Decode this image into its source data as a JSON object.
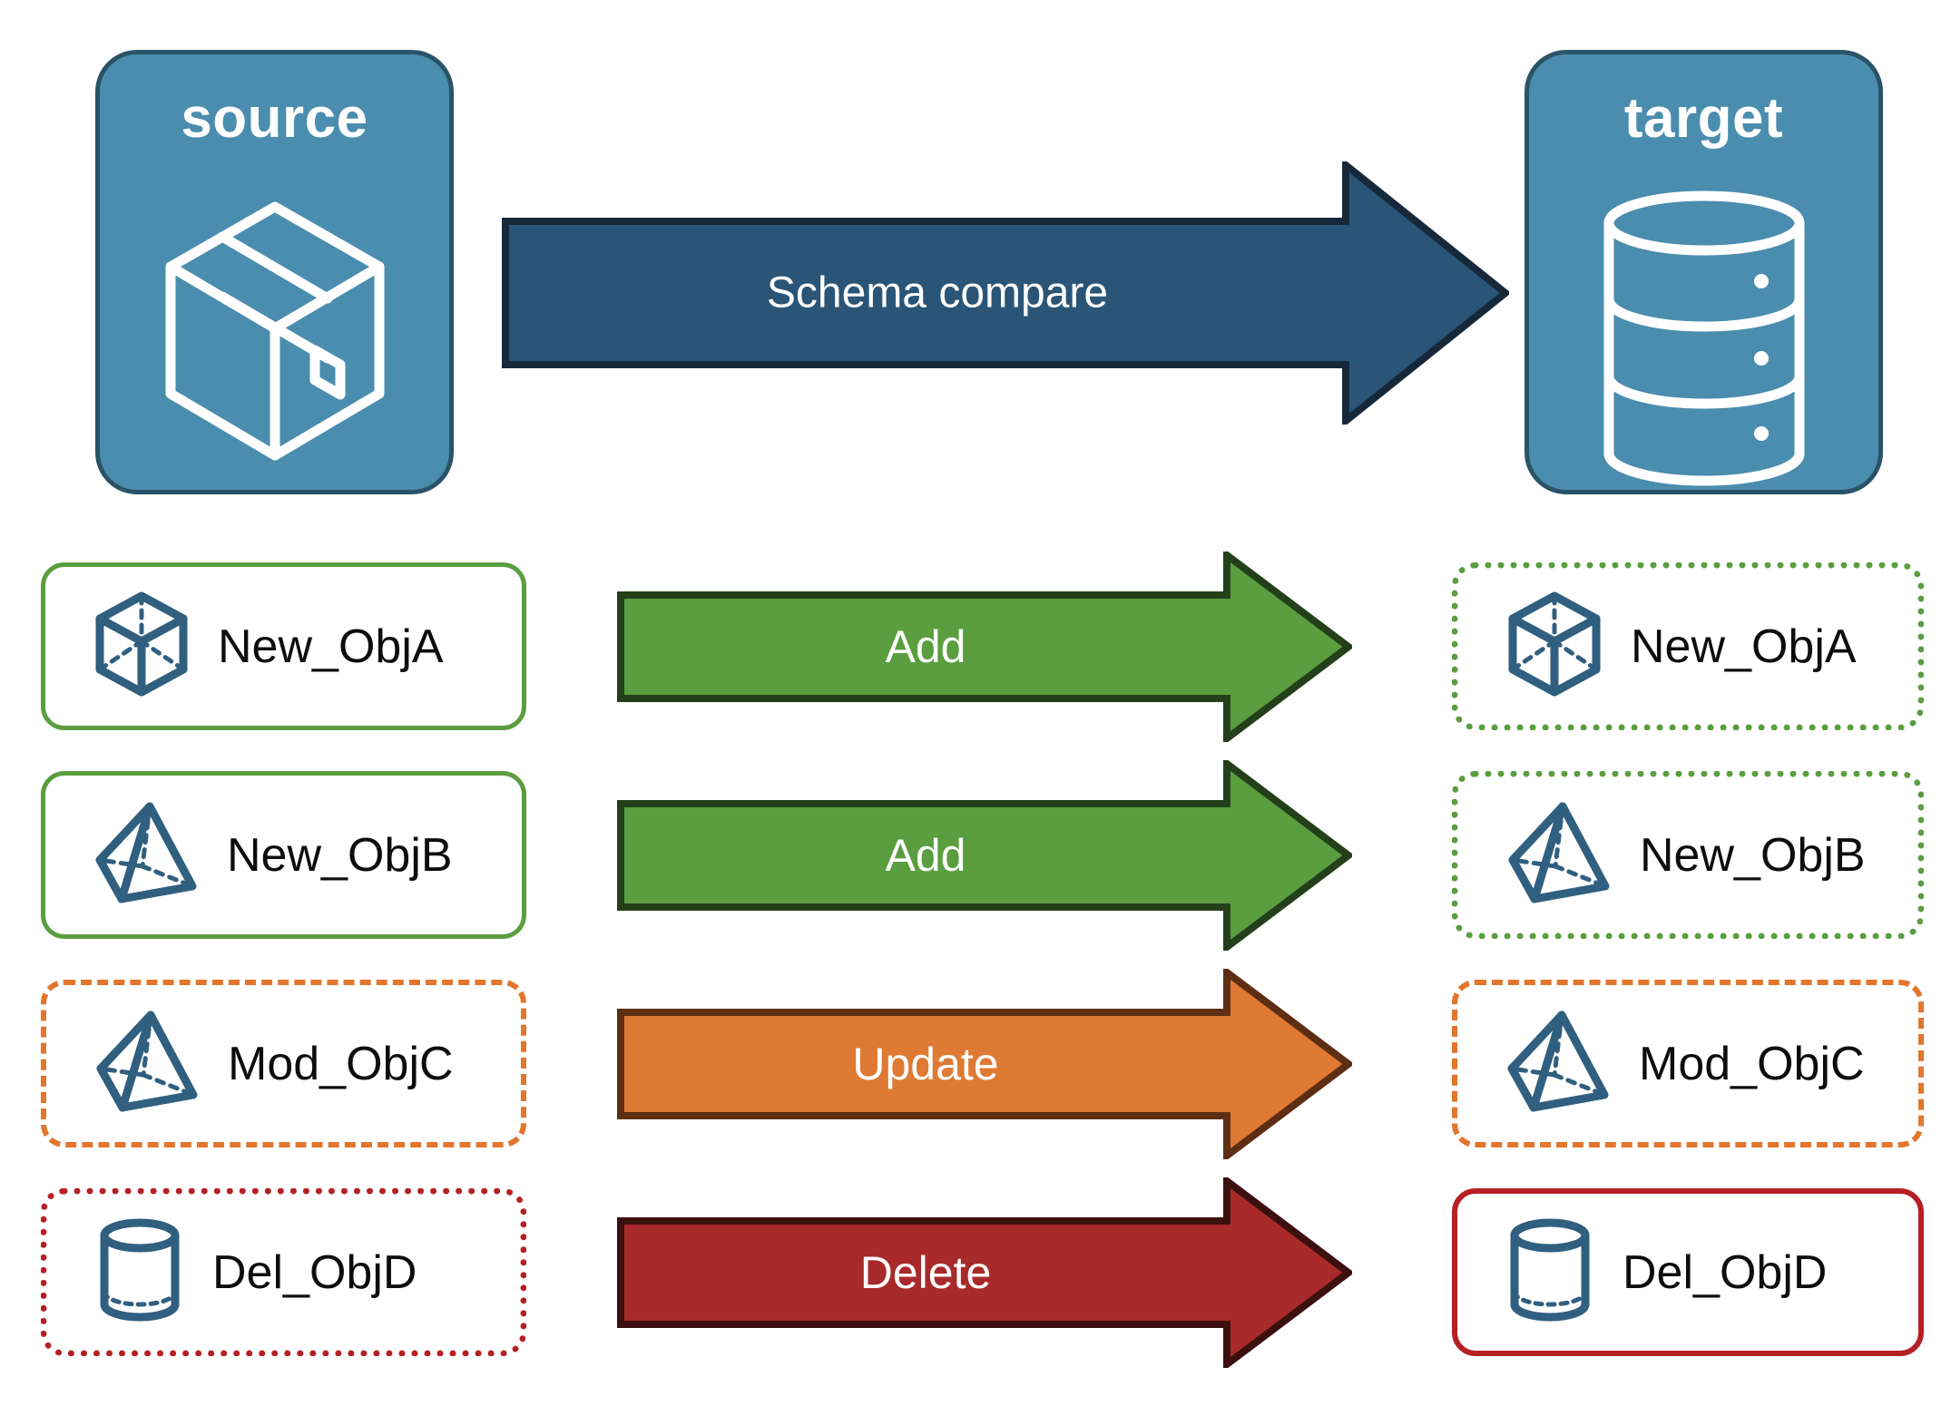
{
  "diagram": {
    "title": "Schema compare source to target",
    "source_panel": {
      "label": "source",
      "icon": "package-box-icon",
      "fill": "#4a8dae",
      "border": "#2b5368"
    },
    "target_panel": {
      "label": "target",
      "icon": "database-cylinder-icon",
      "fill": "#4a8dae",
      "border": "#2b5368"
    },
    "compare_arrow": {
      "label": "Schema compare",
      "fill": "#2a5577",
      "border": "#16283a"
    },
    "rows": [
      {
        "source": {
          "label": "New_ObjA",
          "icon": "wireframe-cube-icon",
          "border_style": "solid",
          "border_color": "#5a9e3f"
        },
        "arrow": {
          "label": "Add",
          "fill": "#5a9e3f",
          "border": "#23401a"
        },
        "target": {
          "label": "New_ObjA",
          "icon": "wireframe-cube-icon",
          "border_style": "dotted",
          "border_color": "#5a9e3f"
        }
      },
      {
        "source": {
          "label": "New_ObjB",
          "icon": "wireframe-pyramid-icon",
          "border_style": "solid",
          "border_color": "#5a9e3f"
        },
        "arrow": {
          "label": "Add",
          "fill": "#5a9e3f",
          "border": "#23401a"
        },
        "target": {
          "label": "New_ObjB",
          "icon": "wireframe-pyramid-icon",
          "border_style": "dotted",
          "border_color": "#5a9e3f"
        }
      },
      {
        "source": {
          "label": "Mod_ObjC",
          "icon": "wireframe-pyramid-icon",
          "border_style": "dashed",
          "border_color": "#e2762d"
        },
        "arrow": {
          "label": "Update",
          "fill": "#de7a33",
          "border": "#5d2e12"
        },
        "target": {
          "label": "Mod_ObjC",
          "icon": "wireframe-pyramid-icon",
          "border_style": "dashed",
          "border_color": "#e2762d"
        }
      },
      {
        "source": {
          "label": "Del_ObjD",
          "icon": "wireframe-cylinder-icon",
          "border_style": "dotted",
          "border_color": "#b52025"
        },
        "arrow": {
          "label": "Delete",
          "fill": "#a82a2a",
          "border": "#3d1010"
        },
        "target": {
          "label": "Del_ObjD",
          "icon": "wireframe-cylinder-icon",
          "border_style": "solid",
          "border_color": "#b52025"
        }
      }
    ],
    "palette": {
      "panel_blue": "#4a8dae",
      "panel_border": "#2b5368",
      "compare_blue": "#2a5577",
      "add_green": "#5a9e3f",
      "update_orange": "#de7a33",
      "delete_red": "#a82a2a",
      "icon_blue": "#305f80",
      "background": "#ffffff"
    }
  }
}
